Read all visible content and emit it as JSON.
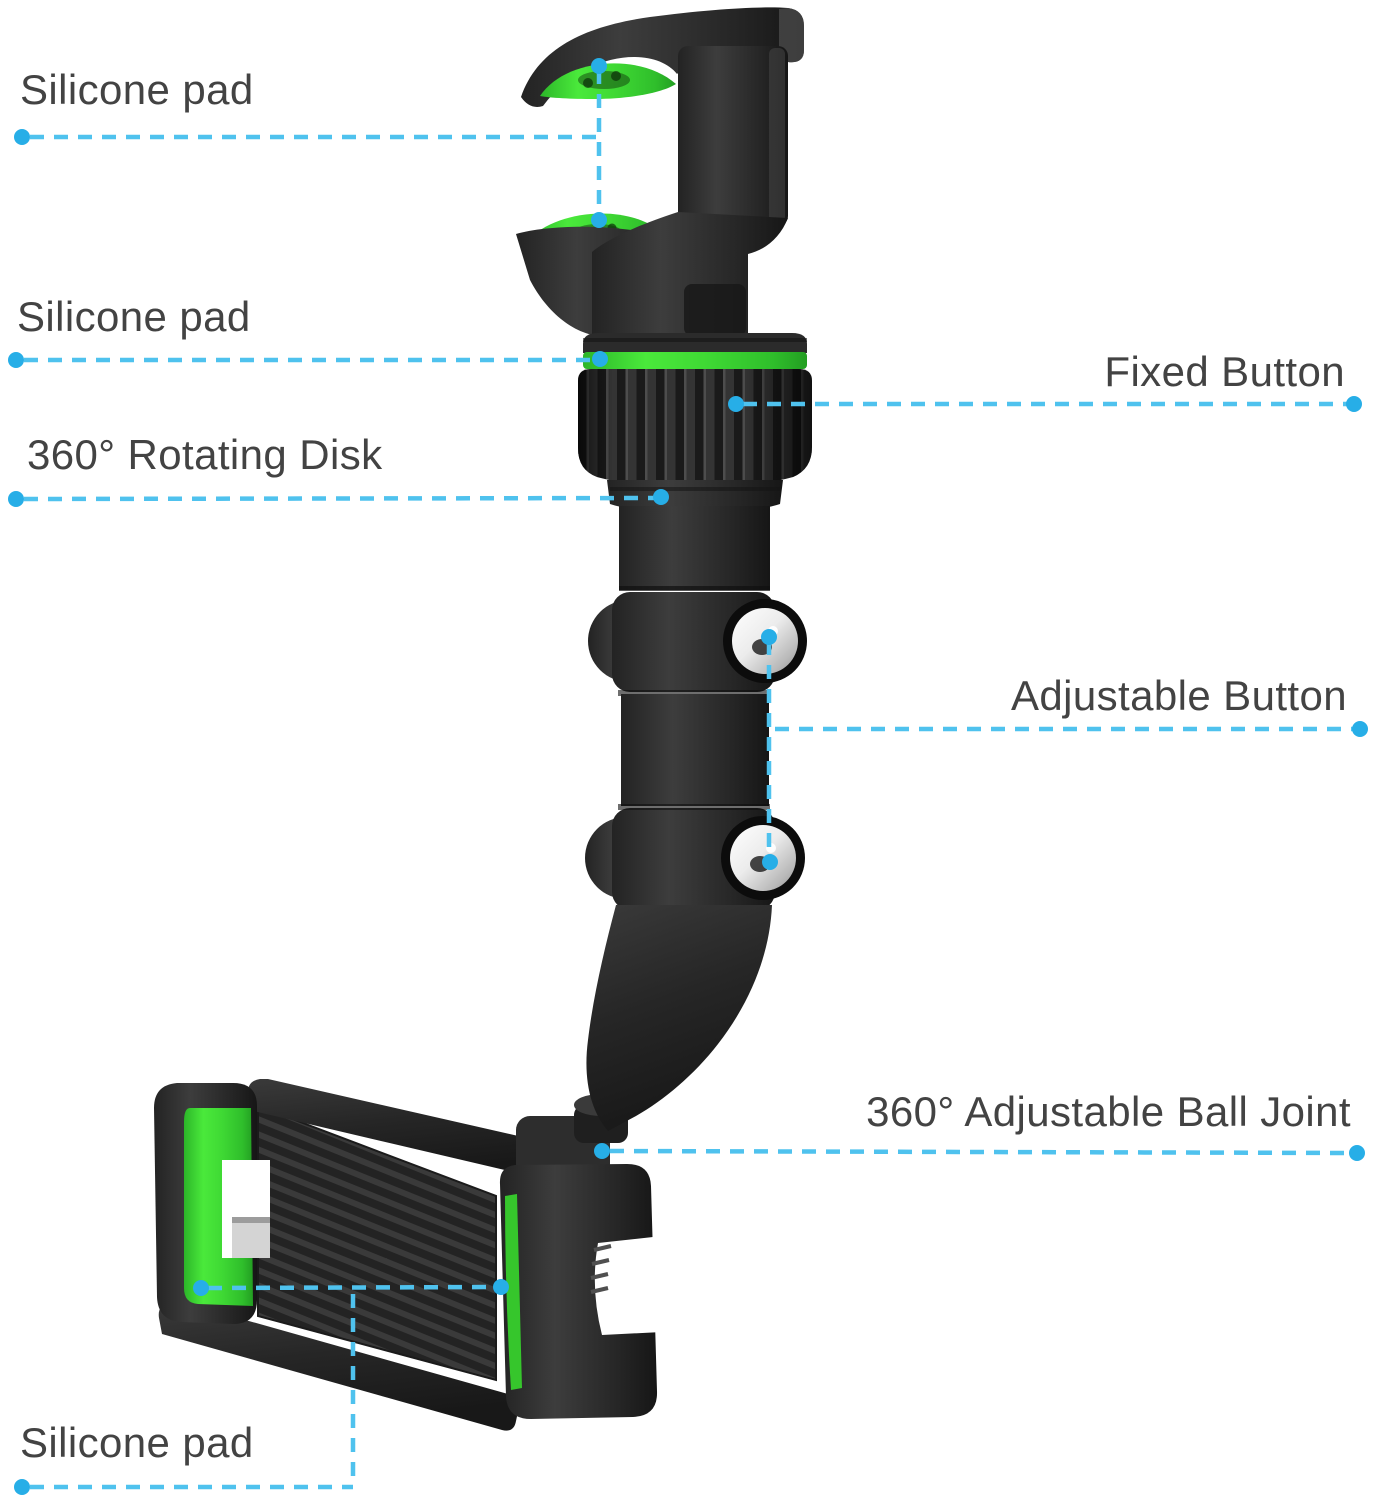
{
  "diagram": {
    "labels": {
      "silicone_pad_top": "Silicone pad",
      "silicone_pad_mid": "Silicone pad",
      "rotating_disk": "360° Rotating Disk",
      "fixed_button": "Fixed Button",
      "adjustable_button": "Adjustable Button",
      "ball_joint": "360° Adjustable Ball Joint",
      "silicone_pad_bottom": "Silicone pad"
    },
    "colors": {
      "callout_line": "#4fc2ee",
      "callout_dot": "#27aee7",
      "label_text": "#434343",
      "pad_green": "#3fd934",
      "body_black": "#262626",
      "background": "#ffffff"
    }
  }
}
